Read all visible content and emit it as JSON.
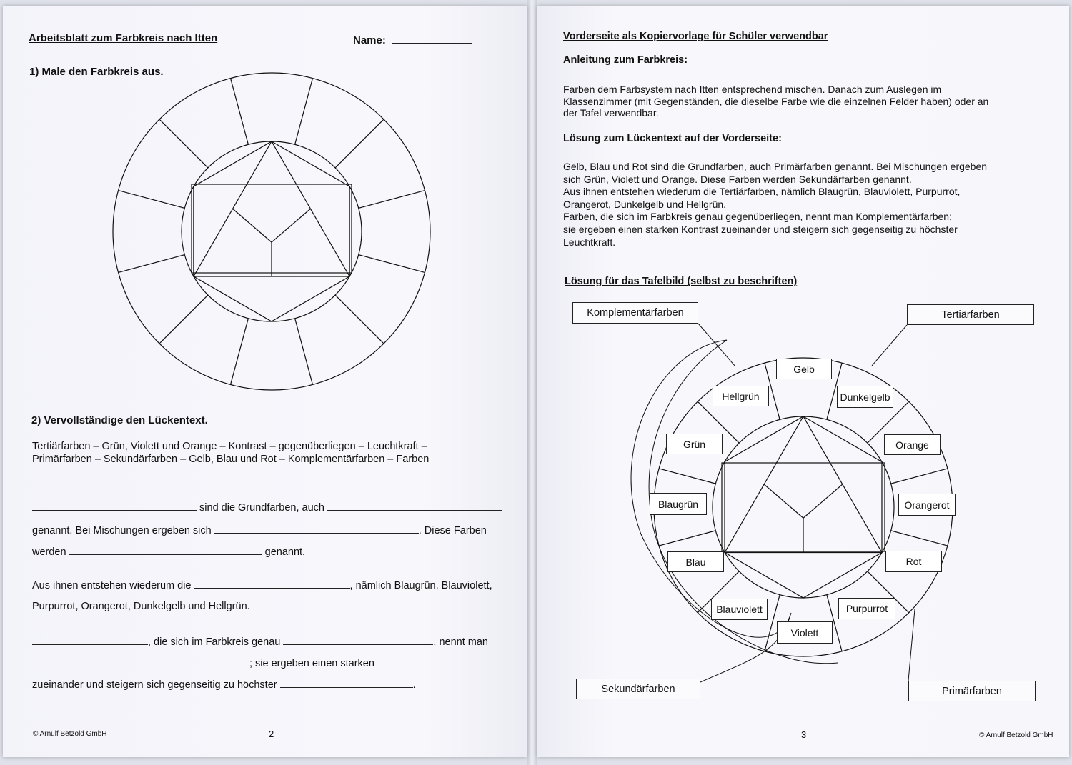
{
  "left": {
    "title": "Arbeitsblatt zum Farbkreis nach Itten",
    "name_label": "Name:",
    "task1": "1) Male den Farbkreis aus.",
    "task2": "2) Vervollständige den Lückentext.",
    "word_bank_line1": "Tertiärfarben – Grün, Violett und Orange – Kontrast – gegenüberliegen – Leuchtkraft –",
    "word_bank_line2": "Primärfarben – Sekundärfarben – Gelb, Blau und Rot – Komplementärfarben – Farben",
    "cloze": {
      "l1": "sind die Grundfarben, auch",
      "l2a": "genannt. Bei Mischungen ergeben sich",
      "l2b": ".  Diese Farben",
      "l3a": "werden",
      "l3b": "genannt.",
      "l4a": "Aus ihnen entstehen wiederum die",
      "l4b": ", nämlich Blaugrün, Blauviolett,",
      "l5": "Purpurrot, Orangerot, Dunkelgelb und Hellgrün.",
      "l6a": ", die sich im Farbkreis genau",
      "l6b": ", nennt man",
      "l7": "; sie ergeben einen starken",
      "l8a": "zueinander und steigern sich gegenseitig zu höchster",
      "l8b": "."
    },
    "footer_copyright": "© Arnulf Betzold GmbH",
    "page_number": "2"
  },
  "right": {
    "header": "Vorderseite als Kopiervorlage für Schüler verwendbar",
    "instructions_heading": "Anleitung zum Farbkreis:",
    "instructions_lines": [
      "Farben dem Farbsystem nach Itten entsprechend mischen. Danach zum Auslegen im",
      "Klassenzimmer (mit Gegenständen, die dieselbe Farbe wie die einzelnen Felder haben) oder an",
      "der Tafel verwendbar."
    ],
    "solution_heading": "Lösung zum Lückentext auf der Vorderseite:",
    "solution_lines": [
      "Gelb, Blau und Rot sind die Grundfarben, auch Primärfarben genannt. Bei Mischungen ergeben",
      "sich Grün, Violett und Orange. Diese Farben werden Sekundärfarben genannt.",
      "Aus ihnen entstehen wiederum die Tertiärfarben, nämlich Blaugrün, Blauviolett, Purpurrot,",
      "Orangerot, Dunkelgelb und Hellgrün.",
      "Farben, die sich im Farbkreis genau gegenüberliegen, nennt man Komplementärfarben;",
      "sie ergeben einen starken Kontrast zueinander und steigern sich gegenseitig zu höchster",
      "Leuchtkraft."
    ],
    "board_heading": "Lösung für das Tafelbild (selbst zu beschriften)",
    "callouts": {
      "komplementaer": "Komplementärfarben",
      "tertiaer": "Tertiärfarben",
      "sekundaer": "Sekundärfarben",
      "primaer": "Primärfarben"
    },
    "wheel_labels": {
      "gelb": "Gelb",
      "hellgruen": "Hellgrün",
      "dunkelgelb": "Dunkelgelb",
      "gruen": "Grün",
      "orange": "Orange",
      "blaugruen": "Blaugrün",
      "orangerot": "Orangerot",
      "blau": "Blau",
      "rot": "Rot",
      "blauviolett": "Blauviolett",
      "purpurrot": "Purpurrot",
      "violett": "Violett"
    },
    "page_number": "3",
    "footer_copyright": "© Arnulf Betzold GmbH"
  }
}
